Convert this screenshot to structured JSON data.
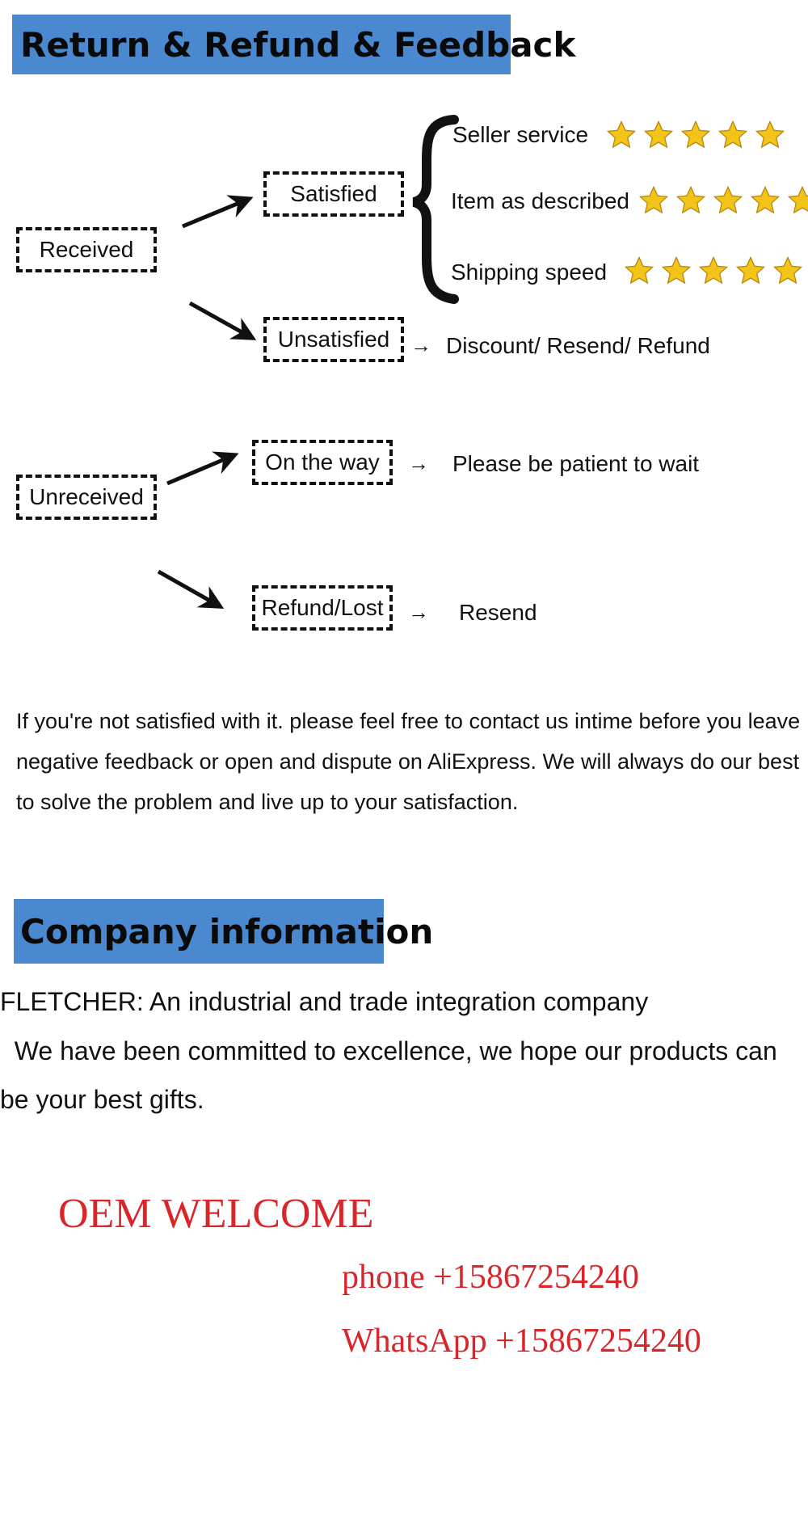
{
  "return_section": {
    "title": "Return & Refund & Feedback",
    "received": {
      "label": "Received",
      "satisfied": "Satisfied",
      "ratings": [
        {
          "label": "Seller service",
          "stars": 5
        },
        {
          "label": "Item as described",
          "stars": 5
        },
        {
          "label": "Shipping speed",
          "stars": 5
        }
      ],
      "unsatisfied": "Unsatisfied",
      "unsatisfied_result": "Discount/ Resend/ Refund"
    },
    "unreceived": {
      "label": "Unreceived",
      "on_the_way": "On the way",
      "on_the_way_result": "Please be patient to wait",
      "refund_lost": "Refund/Lost",
      "refund_lost_result": "Resend"
    },
    "arrow_glyph": "→",
    "note": "If you're not satisfied with it. please feel free to contact us intime before you leave negative feedback or open and dispute on AliExpress. We will always do our best to solve the problem and live up to your satisfaction."
  },
  "company_section": {
    "title": "Company information",
    "line1": "FLETCHER: An industrial and trade integration  company",
    "line2": "  We have been committed to excellence, we hope our products can be your best gifts."
  },
  "contact": {
    "oem": "OEM WELCOME",
    "phone": "phone +15867254240",
    "whatsapp": "WhatsApp +15867254240"
  },
  "colors": {
    "banner": "#4a88cf",
    "star": "#f2c318",
    "contact_red": "#d9262b"
  }
}
